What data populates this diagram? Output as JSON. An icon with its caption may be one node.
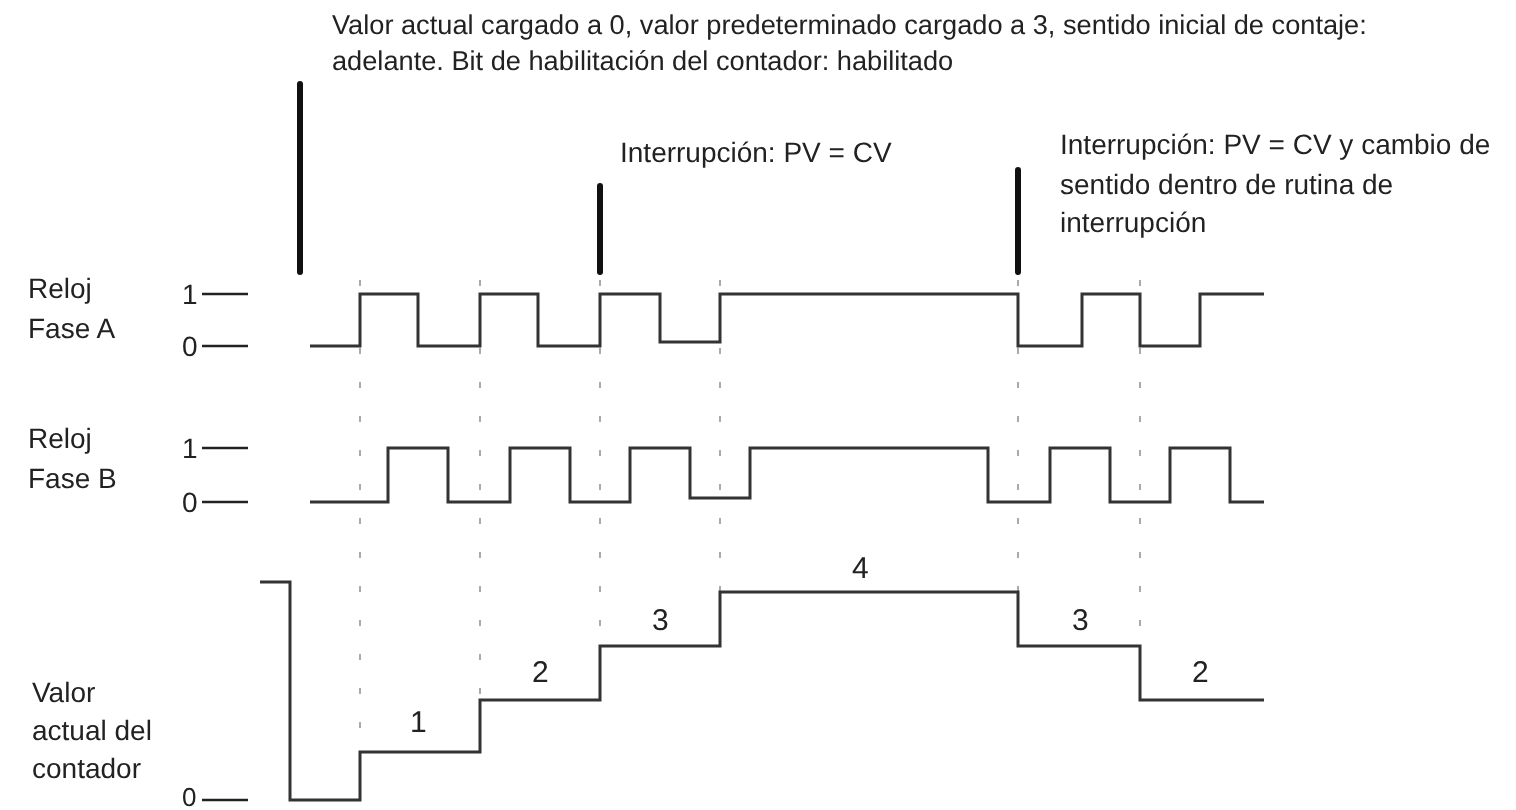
{
  "diagram": {
    "labels": [
      "Valor actual cargado a 0, valor predeterminado cargado a 3, sentido inicial de contaje: adelante. Bit de habilitación del contador: habilitado",
      "Interrupción: PV = CV",
      "Interrupción: PV = CV y cambio de sentido dentro de rutina de interrupción",
      "Reloj Fase A",
      "1",
      "0",
      "Reloj Fase B",
      "1",
      "0",
      "4",
      "3",
      "3",
      "2",
      "2",
      "1",
      "Valor actual del contador",
      "0"
    ]
  }
}
